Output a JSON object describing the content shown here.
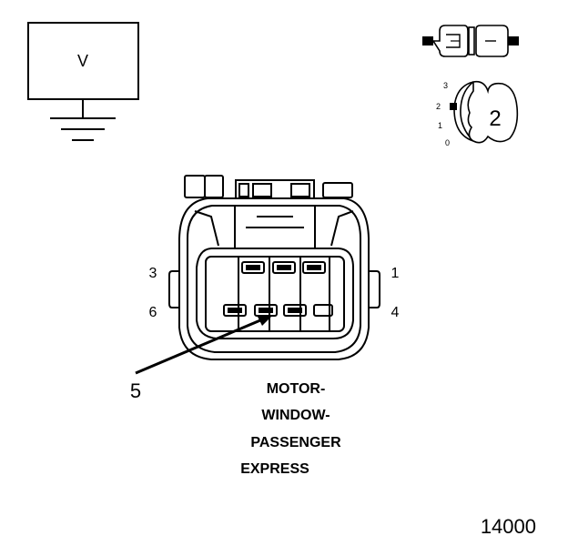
{
  "meter": {
    "symbol": "V"
  },
  "key_icon": {
    "position_labels": [
      "3",
      "2",
      "1",
      "0"
    ],
    "position_number": "2"
  },
  "connector": {
    "pin_labels": {
      "pin3": "3",
      "pin1": "1",
      "pin6": "6",
      "pin4": "4"
    },
    "callout": "5",
    "name_lines": [
      "MOTOR-",
      "WINDOW-",
      "PASSENGER",
      "EXPRESS"
    ]
  },
  "figure_number": "14000",
  "colors": {
    "ink": "#000000",
    "background": "#ffffff"
  }
}
